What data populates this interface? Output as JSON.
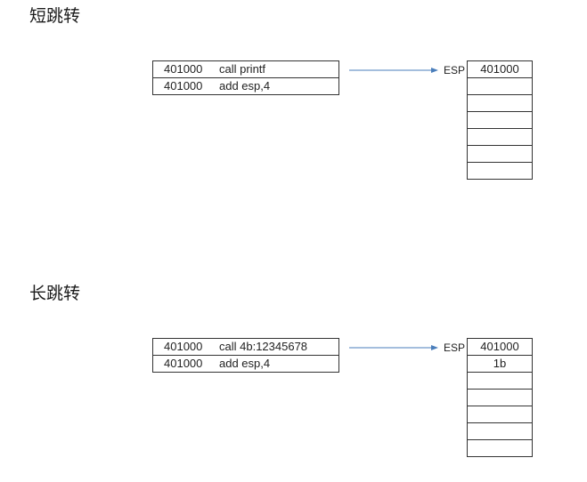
{
  "sections": [
    {
      "title": "短跳转",
      "code": [
        {
          "addr": "401000",
          "instr": "call printf"
        },
        {
          "addr": "401000",
          "instr": "add esp,4"
        }
      ],
      "register_label": "ESP",
      "stack": [
        "401000",
        "",
        "",
        "",
        "",
        "",
        ""
      ]
    },
    {
      "title": "长跳转",
      "code": [
        {
          "addr": "401000",
          "instr": "call 4b:12345678"
        },
        {
          "addr": "401000",
          "instr": "add esp,4"
        }
      ],
      "register_label": "ESP",
      "stack": [
        "401000",
        "1b",
        "",
        "",
        "",
        "",
        ""
      ]
    }
  ],
  "colors": {
    "arrow": "#4a7ebb",
    "border": "#333333"
  }
}
